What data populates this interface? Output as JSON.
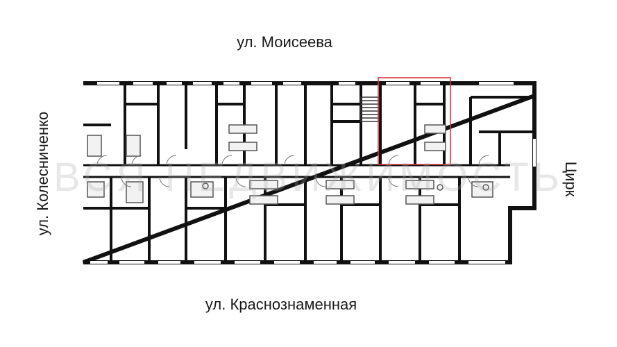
{
  "streets": {
    "top": "ул. Моисеева",
    "bottom": "ул. Краснознаменная",
    "left": "ул. Колесниченко",
    "right": "Цирк"
  },
  "watermark": "ВСЯ НЕДВИЖИМОСТЬ",
  "colors": {
    "wall": "#111111",
    "fixture": "#555555",
    "highlight": "#d9363e",
    "watermark": "#aaaaaa"
  }
}
